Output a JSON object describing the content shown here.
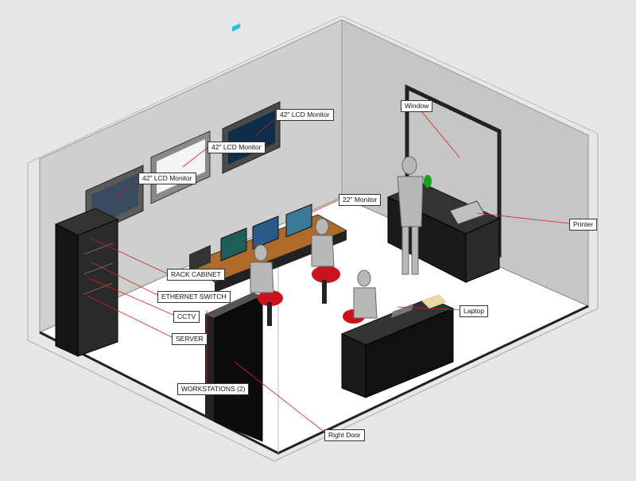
{
  "labels": {
    "window": "Window",
    "lcd_monitor_1": "42\" LCD Monitor",
    "lcd_monitor_2": "42\" LCD Monitor",
    "lcd_monitor_3": "42\" LCD Monitor",
    "monitor_22": "22\" Monitor",
    "printer": "Printer",
    "rack_cabinet": "RACK CABINET",
    "ethernet_switch": "ETHERNET SWITCH",
    "cctv": "CCTV",
    "server": "SERVER",
    "laptop": "Laptop",
    "workstations": "WORKSTATIONS (2)",
    "right_door": "Right Door"
  },
  "colors": {
    "background": "#e6e7e8",
    "wall": "#d0d0d0",
    "floor": "#ffffff",
    "furniture": "#1a1a1a",
    "chair": "#c8141e",
    "leader_line": "#d62020",
    "person": "#b8b8b8"
  }
}
